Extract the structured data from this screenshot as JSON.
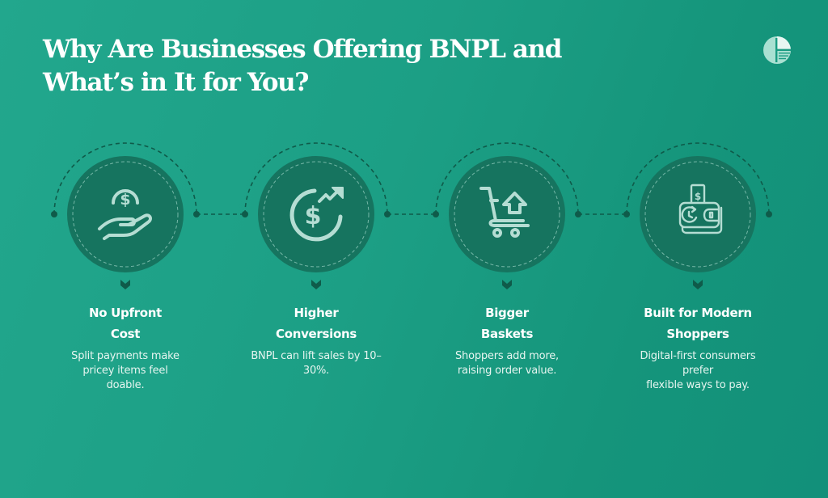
{
  "header": {
    "title_lines": [
      "Why Are Businesses Offering BNPL and",
      "What’s in It for You?"
    ],
    "logo_icon": "brand-logo-icon"
  },
  "colors": {
    "background_start": "#22a78d",
    "background_end": "#12907a",
    "circle_fill": "#16745f",
    "connector": "#0f5b4a",
    "icon_stroke": "#b5ddd3",
    "text": "#ffffff"
  },
  "features": [
    {
      "icon": "hand-dollar-coin-icon",
      "title_lines": [
        "No Upfront",
        "Cost"
      ],
      "description_lines": [
        "Split payments make",
        "pricey items feel",
        "doable."
      ]
    },
    {
      "icon": "dollar-growth-arrow-icon",
      "title_lines": [
        "Higher",
        "Conversions"
      ],
      "description_lines": [
        "BNPL can lift sales by 10–",
        "30%."
      ]
    },
    {
      "icon": "cart-up-arrow-icon",
      "title_lines": [
        "Bigger",
        "Baskets"
      ],
      "description_lines": [
        "Shoppers add more,",
        "raising order value."
      ]
    },
    {
      "icon": "wallet-recurring-payment-icon",
      "title_lines": [
        "Built for Modern",
        "Shoppers"
      ],
      "description_lines": [
        "Digital-first consumers",
        "prefer",
        "flexible ways to pay."
      ]
    }
  ]
}
